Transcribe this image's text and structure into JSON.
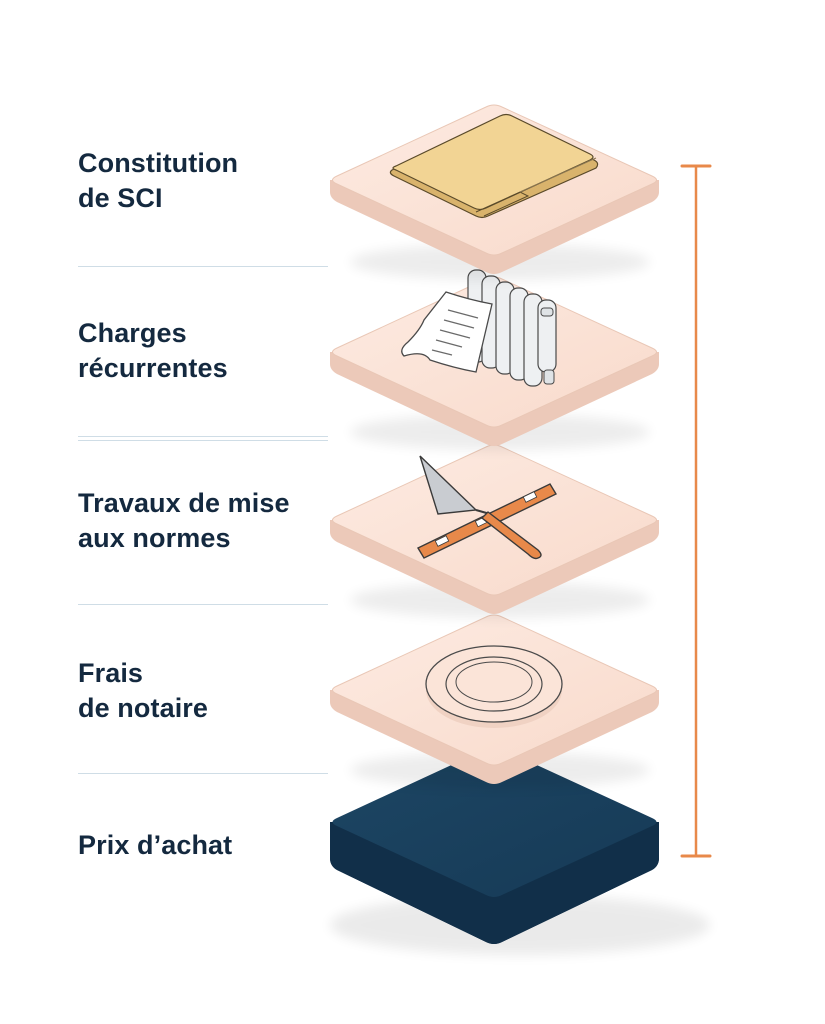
{
  "layers": [
    {
      "id": "sci",
      "lines": [
        "Constitution",
        "de SCI"
      ],
      "icon": "folder-icon"
    },
    {
      "id": "charges",
      "lines": [
        "Charges",
        "récurrentes"
      ],
      "icon": "radiator-receipt-icon"
    },
    {
      "id": "travaux",
      "lines": [
        "Travaux de mise",
        "aux normes"
      ],
      "icon": "trowel-level-icon"
    },
    {
      "id": "notaire",
      "lines": [
        "Frais",
        "de notaire"
      ],
      "icon": "seal-icon"
    },
    {
      "id": "prix",
      "lines": [
        "Prix d’achat"
      ],
      "icon": "base-block-icon"
    }
  ],
  "colors": {
    "label_text": "#14293f",
    "plate_top": "#fbe1d5",
    "plate_side": "#eccabb",
    "base_block": "#163a56",
    "bracket": "#e8894a",
    "divider": "#cfdde6"
  }
}
